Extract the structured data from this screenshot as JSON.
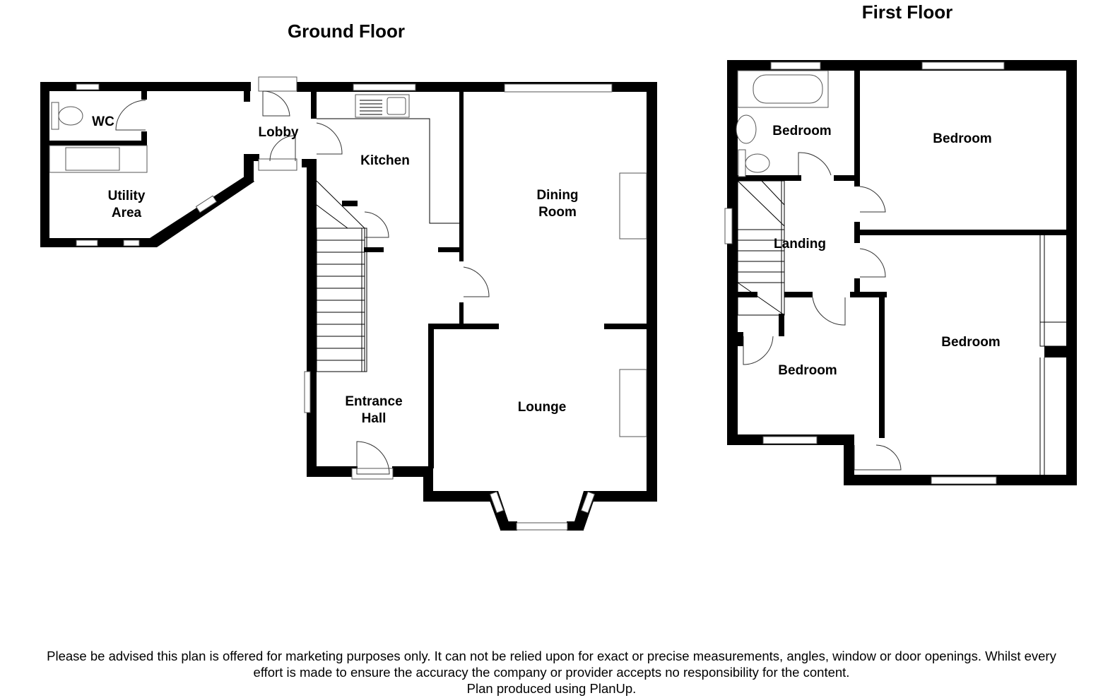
{
  "floors": {
    "ground": {
      "title": "Ground Floor",
      "rooms": {
        "wc": "WC",
        "lobby": "Lobby",
        "kitchen": "Kitchen",
        "utility_line1": "Utility",
        "utility_line2": "Area",
        "dining_line1": "Dining",
        "dining_line2": "Room",
        "hall_line1": "Entrance",
        "hall_line2": "Hall",
        "lounge": "Lounge"
      }
    },
    "first": {
      "title": "First Floor",
      "rooms": {
        "bedroom_small": "Bedroom",
        "bedroom_top_right": "Bedroom",
        "landing": "Landing",
        "bedroom_bottom_left": "Bedroom",
        "bedroom_bottom_right": "Bedroom"
      }
    }
  },
  "disclaimer": {
    "line1": "Please be advised this plan is offered for marketing purposes only. It can not be relied upon for exact or precise measurements, angles, window or door openings. Whilst every",
    "line2": "effort is made to ensure the accuracy the company or provider accepts no responsibility for the content.",
    "line3": "Plan produced using PlanUp."
  }
}
